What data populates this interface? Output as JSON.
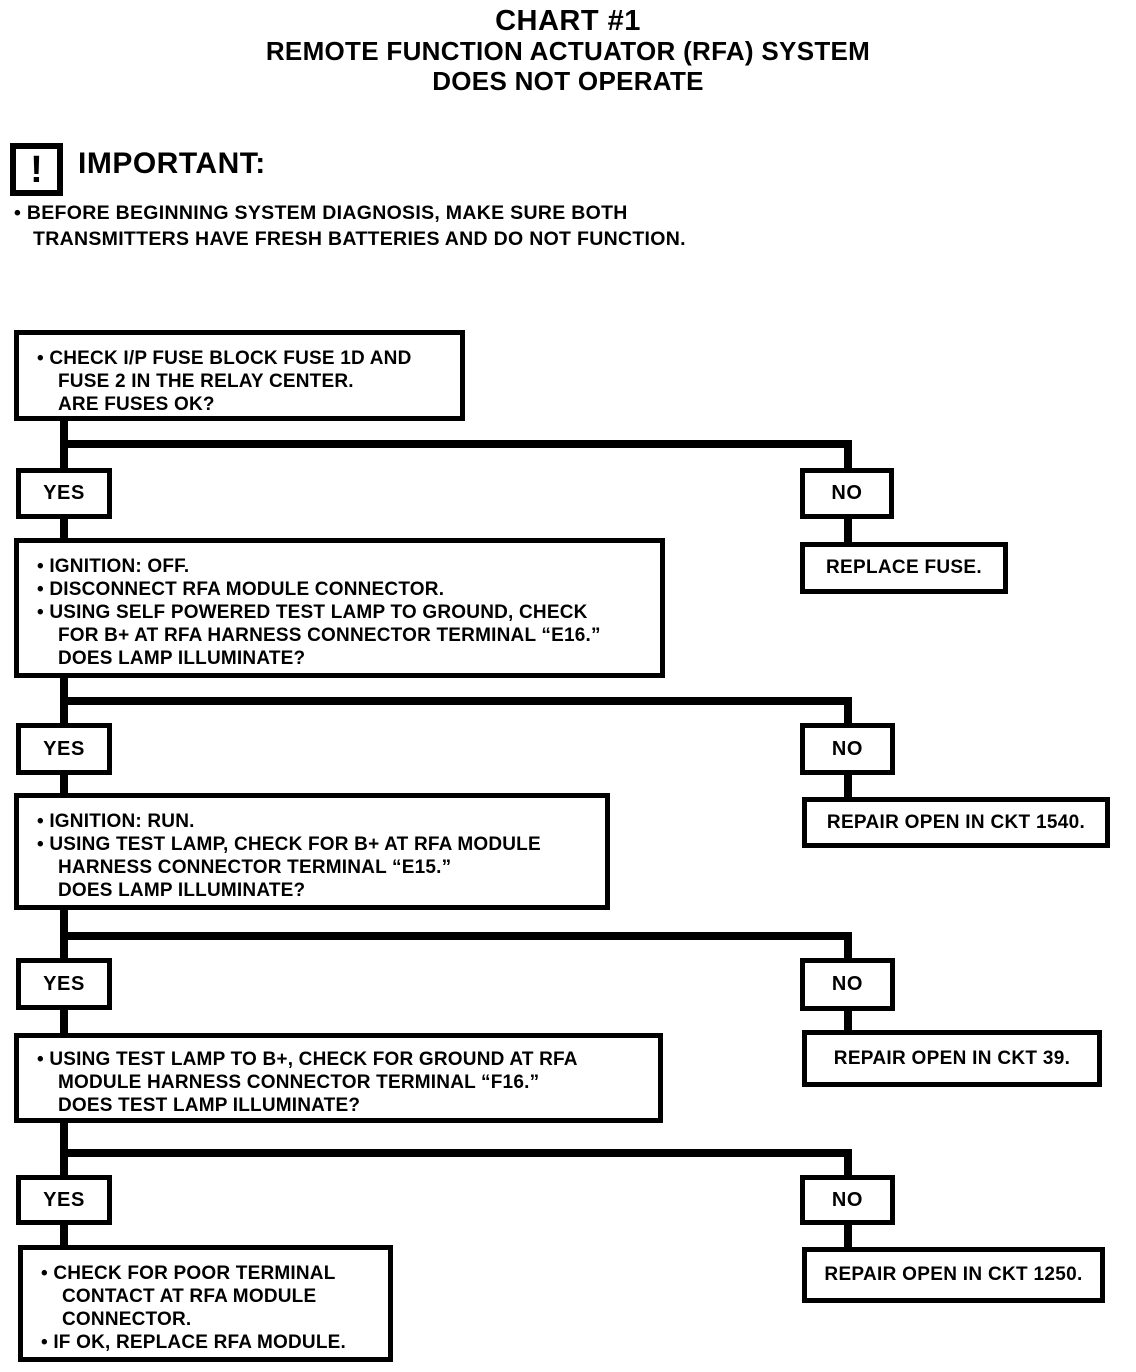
{
  "title": {
    "chart_number": "CHART #1",
    "system": "REMOTE FUNCTION ACTUATOR (RFA) SYSTEM",
    "condition": "DOES NOT OPERATE"
  },
  "important": {
    "glyph": "!",
    "label": "IMPORTANT:",
    "notes": [
      "• BEFORE BEGINNING SYSTEM DIAGNOSIS, MAKE SURE BOTH",
      "TRANSMITTERS HAVE FRESH BATTERIES AND DO NOT FUNCTION."
    ]
  },
  "flowchart": {
    "yes_label": "YES",
    "no_label": "NO",
    "steps": [
      {
        "lines": [
          "• CHECK I/P FUSE BLOCK FUSE 1D AND",
          "FUSE 2 IN THE RELAY CENTER.",
          "ARE FUSES OK?"
        ]
      },
      {
        "lines": [
          "• IGNITION: OFF.",
          "• DISCONNECT RFA MODULE CONNECTOR.",
          "• USING SELF POWERED TEST LAMP TO GROUND, CHECK",
          "FOR B+ AT RFA HARNESS CONNECTOR TERMINAL “E16.”",
          "DOES LAMP ILLUMINATE?"
        ]
      },
      {
        "lines": [
          "• IGNITION: RUN.",
          "• USING TEST LAMP, CHECK FOR B+ AT RFA MODULE",
          "HARNESS CONNECTOR TERMINAL “E15.”",
          "DOES LAMP ILLUMINATE?"
        ]
      },
      {
        "lines": [
          "• USING TEST LAMP TO B+, CHECK FOR GROUND AT RFA",
          "MODULE HARNESS CONNECTOR TERMINAL “F16.”",
          "DOES TEST LAMP ILLUMINATE?"
        ]
      },
      {
        "lines": [
          "• CHECK FOR POOR TERMINAL",
          "CONTACT AT RFA MODULE",
          "CONNECTOR.",
          "• IF OK, REPLACE RFA MODULE."
        ]
      }
    ],
    "no_actions": [
      "REPLACE FUSE.",
      "REPAIR OPEN IN CKT 1540.",
      "REPAIR OPEN IN CKT 39.",
      "REPAIR OPEN IN CKT 1250."
    ]
  },
  "colors": {
    "ink": "#000000",
    "paper": "#ffffff"
  }
}
